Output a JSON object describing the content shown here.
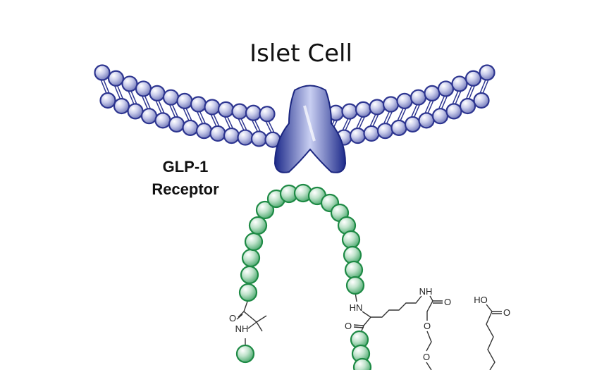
{
  "title": "Islet Cell",
  "receptor_label": {
    "line1": "GLP-1",
    "line2": "Receptor"
  },
  "colors": {
    "membrane": "#2d3590",
    "membrane_light": "#e6e8f7",
    "peptide": "#1e8a45",
    "peptide_light": "#e2f3e8",
    "receptor": "#2a3a9c"
  },
  "atoms": {
    "left_carbonyl_o": "O",
    "left_amide_nh": "HN",
    "right_amine_hn": "HN",
    "right_carbonyl_o": "O",
    "side_chain_nh": "NH",
    "side_chain_o": "O",
    "ether_o1": "O",
    "ether_o2": "O",
    "acid_ho": "HO",
    "acid_o": "O"
  }
}
